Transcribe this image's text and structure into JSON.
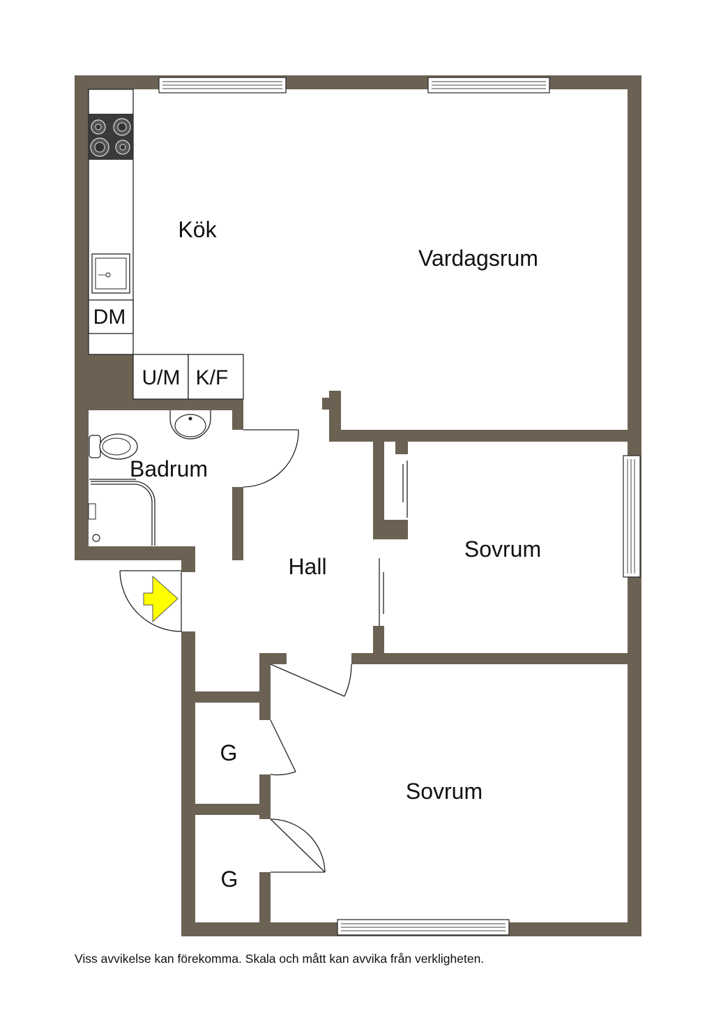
{
  "rooms": {
    "kitchen": "Kök",
    "living_room": "Vardagsrum",
    "bathroom": "Badrum",
    "hall": "Hall",
    "bedroom_1": "Sovrum",
    "bedroom_2": "Sovrum",
    "closet_1": "G",
    "closet_2": "G"
  },
  "fixtures": {
    "dishwasher": "DM",
    "oven_microwave": "U/M",
    "fridge_freezer": "K/F"
  },
  "icons": {
    "entrance": "entrance-arrow-icon",
    "stove": "stove-icon",
    "sink": "kitchen-sink-icon",
    "toilet": "toilet-icon",
    "washbasin": "washbasin-icon",
    "shower": "shower-icon"
  },
  "colors": {
    "wall": "#6b6254",
    "entrance_arrow": "#ffff00"
  },
  "disclaimer": "Viss avvikelse kan förekomma. Skala och mått kan avvika från verkligheten."
}
